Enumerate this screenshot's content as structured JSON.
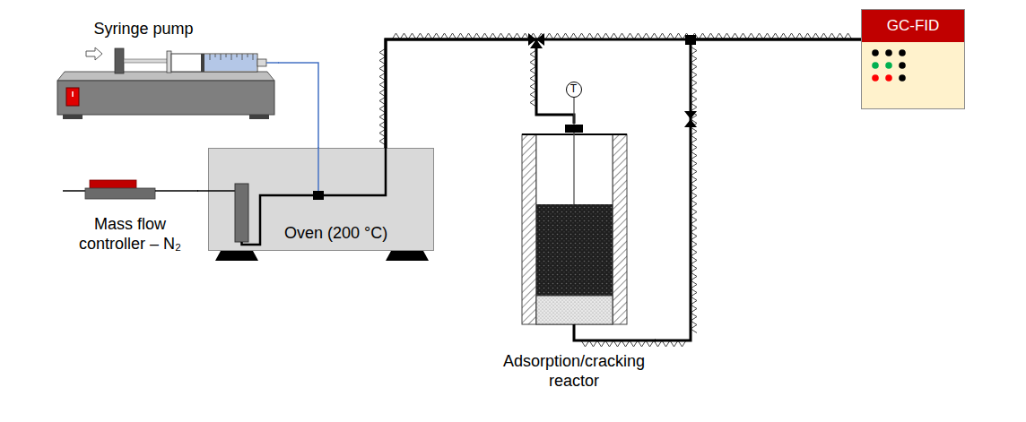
{
  "diagram": {
    "nodes": [
      {
        "text": [
          "Syringe pump"
        ]
      },
      {
        "text": [
          "Oven (200 °C)"
        ]
      },
      {
        "text": [
          "Mass flow controller – N₂"
        ]
      },
      {
        "text": [
          "T"
        ]
      },
      {
        "text": [
          "Adsorption/cracking reactor"
        ]
      },
      {
        "text": [
          "GC-FID"
        ]
      }
    ],
    "edges": [
      {
        "from": 0,
        "to": 1,
        "arrow": "none"
      },
      {
        "from": 2,
        "to": 1,
        "arrow": "none"
      },
      {
        "from": 1,
        "to": 4,
        "arrow": "none"
      },
      {
        "from": 1,
        "to": 5,
        "arrow": "none"
      },
      {
        "from": 3,
        "to": 4,
        "arrow": "none"
      },
      {
        "from": 4,
        "to": 5,
        "arrow": "none"
      }
    ]
  }
}
